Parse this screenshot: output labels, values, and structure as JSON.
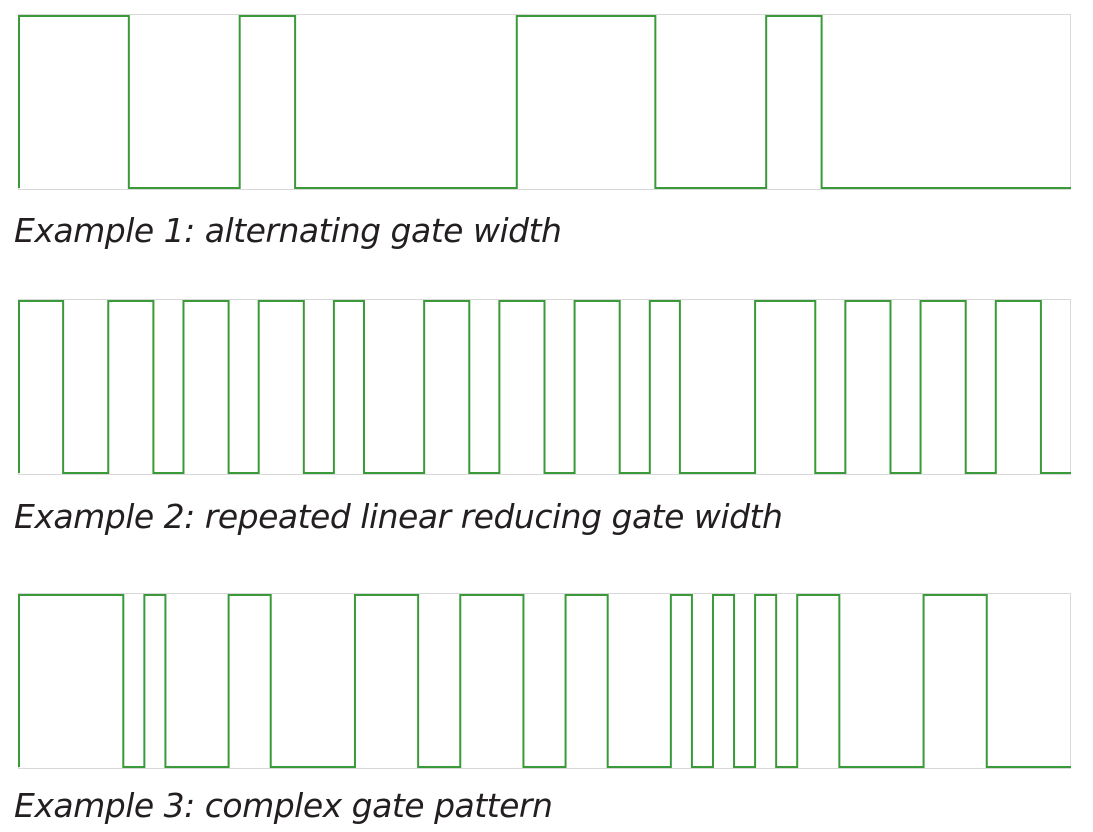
{
  "colors": {
    "signal": "#3a9a3a",
    "frame": "#d8d8d8",
    "caption": "#231f20"
  },
  "examples": [
    {
      "caption": "Example 1: alternating gate width",
      "levels": [
        1,
        1,
        1,
        1,
        0,
        0,
        0,
        0,
        1,
        1,
        0,
        0,
        0,
        0,
        0,
        0,
        0,
        0,
        1,
        1,
        1,
        1,
        1,
        0,
        0,
        0,
        0,
        1,
        1,
        0,
        0,
        0,
        0,
        0,
        0,
        0,
        0,
        0
      ]
    },
    {
      "caption": "Example 2: repeated linear reducing gate width",
      "levels": [
        1,
        1,
        1,
        0,
        0,
        0,
        1,
        1,
        1,
        0,
        0,
        1,
        1,
        1,
        0,
        0,
        1,
        1,
        1,
        0,
        0,
        1,
        1,
        0,
        0,
        0,
        0,
        1,
        1,
        1,
        0,
        0,
        1,
        1,
        1,
        0,
        0,
        1,
        1,
        1,
        0,
        0,
        1,
        1,
        0,
        0,
        0,
        0,
        0,
        1,
        1,
        1,
        1,
        0,
        0,
        1,
        1,
        1,
        0,
        0,
        1,
        1,
        1,
        0,
        0,
        1,
        1,
        1,
        0,
        0
      ]
    },
    {
      "caption": "Example 3: complex gate pattern",
      "levels": [
        1,
        1,
        1,
        1,
        1,
        0,
        1,
        0,
        0,
        0,
        1,
        1,
        0,
        0,
        0,
        0,
        1,
        1,
        1,
        0,
        0,
        1,
        1,
        1,
        0,
        0,
        1,
        1,
        0,
        0,
        0,
        1,
        0,
        1,
        0,
        1,
        0,
        1,
        1,
        0,
        0,
        0,
        0,
        1,
        1,
        1,
        0,
        0,
        0,
        0
      ]
    }
  ]
}
